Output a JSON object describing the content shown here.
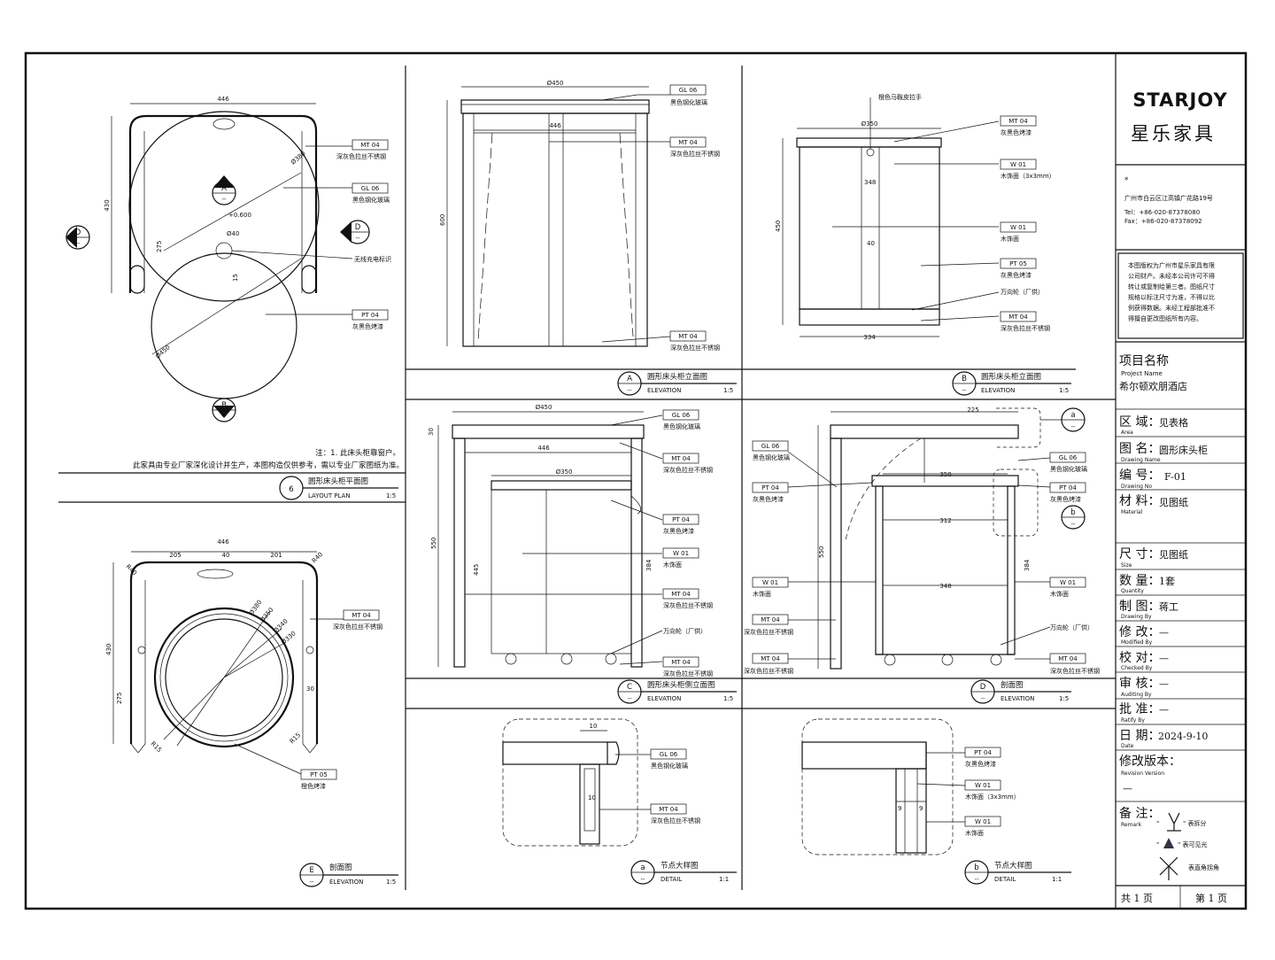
{
  "company": {
    "logo_text": "STARJOY",
    "name_cn": "星乐家具",
    "star": "*",
    "address": "广州市白云区江高镇广花路19号",
    "tel": "Tel：+86-020-87378080",
    "fax": "Fax：+86-020-87378092"
  },
  "copyright_note": [
    "本图版权为广州市星乐家具有限",
    "公司财产。未经本公司许可不得",
    "转让或复制给第三者。图纸尺寸",
    "规格以标注尺寸为准，不得以比",
    "例获得数据。未经工程部批准不",
    "得擅自更改图纸所有内容。"
  ],
  "title_block": {
    "project_label": "项目名称",
    "project_en": "Project  Name",
    "project_value": "希尔顿欢朋酒店",
    "area_label": "区  域：",
    "area_en": "Area",
    "area_value": "见表格",
    "drawing_label": "图  名：",
    "drawing_en": "Drawing Name",
    "drawing_value": "圆形床头柜",
    "number_label": "编  号：",
    "number_en": "Drawing No",
    "number_value": "F-01",
    "material_label": "材  料：",
    "material_en": "Material",
    "material_value": "见图纸",
    "size_label": "尺  寸：",
    "size_en": "Size",
    "size_value": "见图纸",
    "quantity_label": "数  量：",
    "quantity_en": "Quantity",
    "quantity_value": "1套",
    "drawn_label": "制  图：",
    "drawn_en": "Drawing By",
    "drawn_value": "蒋工",
    "modified_label": "修  改：",
    "modified_en": "Modified By",
    "modified_value": "—",
    "checked_label": "校  对：",
    "checked_en": "Checked By",
    "checked_value": "—",
    "audit_label": "审  核：",
    "audit_en": "Auditing By",
    "audit_value": "—",
    "ratify_label": "批  准：",
    "ratify_en": "Ratify By",
    "ratify_value": "—",
    "date_label": "日  期：",
    "date_en": "Date",
    "date_value": "2024-9-10",
    "revision_label": "修改版本：",
    "revision_en": "Revision  Version",
    "revision_value": "—",
    "remark_label": "备  注：",
    "remark_en": "Remark",
    "remark_split": "\" 表拆分",
    "remark_visible": "\" 表可见光",
    "remark_corner": "表直角拐角",
    "total_pages": "共  1  页",
    "page_no": "第  1  页"
  },
  "tags": {
    "mt04": "MT  04",
    "gl06": "GL  06",
    "pt04": "PT  04",
    "pt05": "PT  05",
    "w01": "W  01",
    "mt04_desc": "深灰色拉丝不锈钢",
    "gl06_desc": "黑色钢化玻璃",
    "pt04_desc": "灰黑色烤漆",
    "pt05_desc": "橙色烤漆",
    "w01_desc": "木饰面",
    "w01_desc_3x3": "木饰面（3x3mm）",
    "wireless": "无线充电标识",
    "caster": "万向轮（厂供）",
    "handle": "橙色马鞍皮拉手"
  },
  "notes": {
    "note1": "注：1. 此床头柜靠窗户。",
    "note2": "此家具由专业厂家深化设计并生产，本图构造仅供参考，需以专业厂家图纸为准。"
  },
  "views": {
    "plan": {
      "num": "6",
      "title": "圆形床头柜平面图",
      "sub": "LAYOUT PLAN",
      "scale": "1:5"
    },
    "a": {
      "num": "A",
      "title": "圆形床头柜立面图",
      "sub": "ELEVATION",
      "scale": "1:5"
    },
    "b": {
      "num": "B",
      "title": "圆形床头柜立面图",
      "sub": "ELEVATION",
      "scale": "1:5"
    },
    "c": {
      "num": "C",
      "title": "圆形床头柜侧立面图",
      "sub": "ELEVATION",
      "scale": "1:5"
    },
    "d": {
      "num": "D",
      "title": "剖面图",
      "sub": "ELEVATION",
      "scale": "1:5"
    },
    "e": {
      "num": "E",
      "title": "剖面图",
      "sub": "ELEVATION",
      "scale": "1:5"
    },
    "da": {
      "num": "a",
      "title": "节点大样图",
      "sub": "DETAIL",
      "scale": "1:1"
    },
    "db": {
      "num": "b",
      "title": "节点大样图",
      "sub": "DETAIL",
      "scale": "1:1"
    }
  },
  "dims": {
    "plan_w": "446",
    "plan_h": "430",
    "plan_dia_top": "Ø380",
    "plan_dia_bottom": "Ø450",
    "plan_dia_small": "Ø40",
    "plan_elev": "+0.600",
    "plan_275": "275",
    "plan_15": "15",
    "a_w": "Ø450",
    "a_inner": "446",
    "a_h": "600",
    "b_w": "Ø350",
    "b_base": "334",
    "b_h": "450",
    "b_348": "348",
    "b_40": "40",
    "c_w": "Ø450",
    "c_inner": "446",
    "c_ring": "Ø350",
    "c_h": "550",
    "c_445": "445",
    "c_384": "384",
    "c_30": "30",
    "d_225": "225",
    "d_350": "350",
    "d_312": "312",
    "d_348": "348",
    "d_550": "550",
    "d_384": "384",
    "e_446": "446",
    "e_205": "205",
    "e_40": "40",
    "e_201": "201",
    "e_430": "430",
    "e_275": "275",
    "e_30": "30",
    "e_r40": "R40",
    "e_r15": "R15",
    "e_d380": "Ø380",
    "e_d350": "Ø350",
    "e_d340": "Ø340",
    "e_d330": "Ø330",
    "da_10": "10",
    "db_9": "9"
  }
}
